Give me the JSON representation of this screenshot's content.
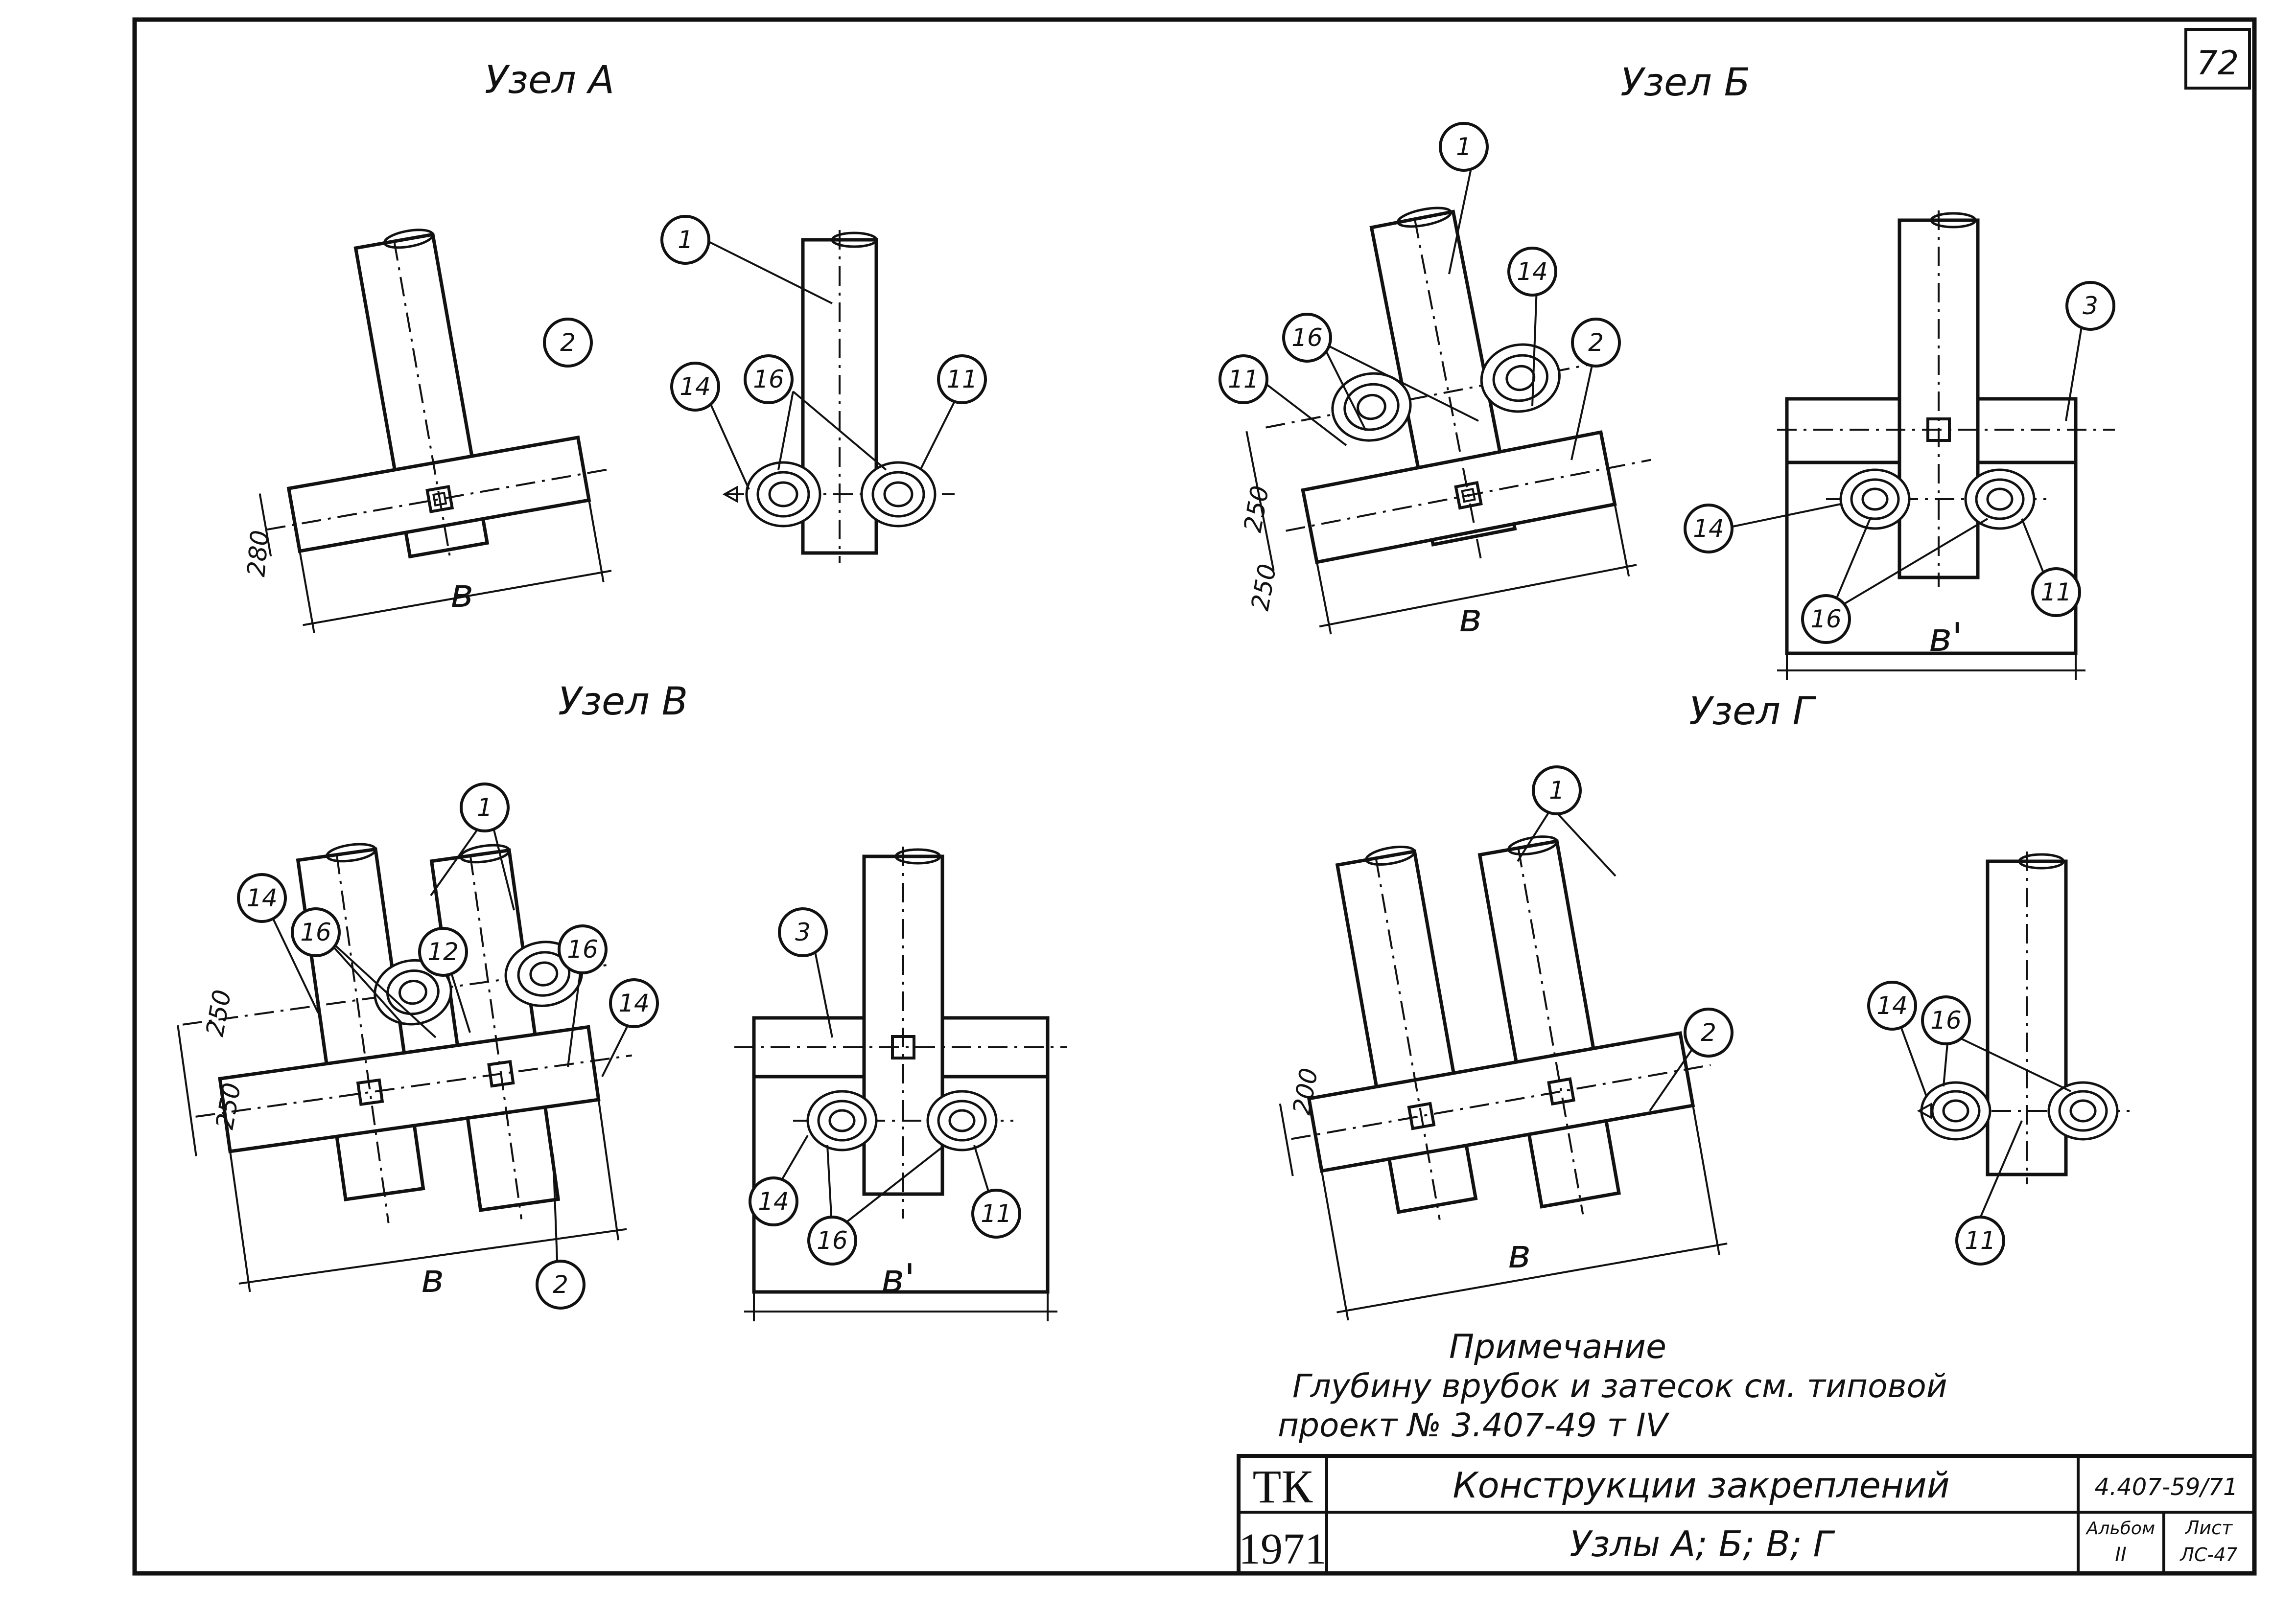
{
  "sheet": {
    "number": "72",
    "note_title": "Примечание",
    "note_line1": "Глубину врубок и затесок см. типовой",
    "note_line2": "проект № 3.407-49 т IV"
  },
  "title_block": {
    "org": "ТК",
    "year": "1971",
    "title": "Конструкции закреплений",
    "subtitle": "Узлы А; Б; В; Г",
    "project": "4.407-59/71",
    "album_label": "Альбом",
    "album_value": "II",
    "sheet_label": "Лист",
    "sheet_value": "ЛС-47"
  },
  "nodes": {
    "a": {
      "title": "Узел А",
      "dim_width": "в",
      "dim_offset": "280"
    },
    "b": {
      "title": "Узел Б",
      "dim_width": "в",
      "dim_width2": "в'",
      "dim_offset1": "250",
      "dim_offset2": "250"
    },
    "v": {
      "title": "Узел В",
      "dim_width": "в",
      "dim_width2": "в'",
      "dim_offset1": "250",
      "dim_offset2": "250"
    },
    "g": {
      "title": "Узел Г",
      "dim_width": "в",
      "dim_offset": "200"
    }
  },
  "callouts": {
    "c1": "1",
    "c2": "2",
    "c3": "3",
    "c11": "11",
    "c12": "12",
    "c14": "14",
    "c16": "16"
  }
}
